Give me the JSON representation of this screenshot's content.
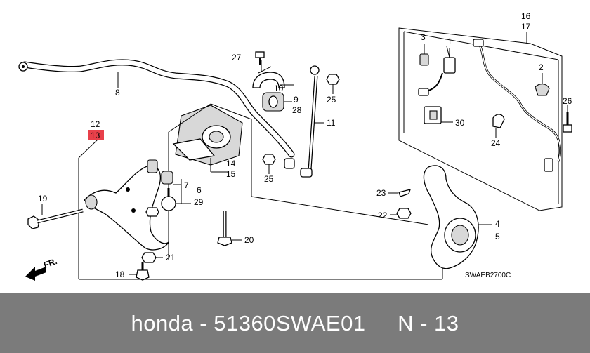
{
  "diagram": {
    "labels": {
      "p1": "1",
      "p2": "2",
      "p3": "3",
      "p4": "4",
      "p5": "5",
      "p6": "6",
      "p7": "7",
      "p8": "8",
      "p9": "9",
      "p10": "10",
      "p11": "11",
      "p12": "12",
      "p13": "13",
      "p14": "14",
      "p15": "15",
      "p16": "16",
      "p17": "17",
      "p18": "18",
      "p19": "19",
      "p20": "20",
      "p21": "21",
      "p22": "22",
      "p23": "23",
      "p24": "24",
      "p25a": "25",
      "p25b": "25",
      "p26": "26",
      "p27": "27",
      "p28": "28",
      "p29": "29",
      "p30": "30"
    },
    "direction": "FR.",
    "code": "SWAEB2700C",
    "highlight_color": "#e8404a"
  },
  "footer": {
    "text": "honda - 51360SWAE01     N - 13",
    "background": "#7b7b7b"
  }
}
